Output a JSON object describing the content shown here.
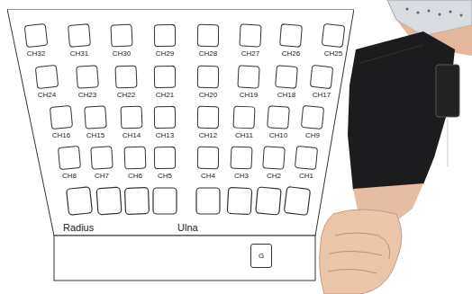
{
  "diagram": {
    "nodes": [
      {
        "text": [
          "Radius",
          "Ulna"
        ]
      },
      {
        "text": [
          "CH32"
        ],
        "in": 0
      },
      {
        "text": [
          "CH31"
        ],
        "in": 0
      },
      {
        "text": [
          "CH30"
        ],
        "in": 0
      },
      {
        "text": [
          "CH29"
        ],
        "in": 0
      },
      {
        "text": [
          "CH28"
        ],
        "in": 0
      },
      {
        "text": [
          "CH27"
        ],
        "in": 0
      },
      {
        "text": [
          "CH26"
        ],
        "in": 0
      },
      {
        "text": [
          "CH25"
        ],
        "in": 0
      },
      {
        "text": [
          "CH24"
        ],
        "in": 0
      },
      {
        "text": [
          "CH23"
        ],
        "in": 0
      },
      {
        "text": [
          "CH22"
        ],
        "in": 0
      },
      {
        "text": [
          "CH21"
        ],
        "in": 0
      },
      {
        "text": [
          "CH20"
        ],
        "in": 0
      },
      {
        "text": [
          "CH19"
        ],
        "in": 0
      },
      {
        "text": [
          "CH18"
        ],
        "in": 0
      },
      {
        "text": [
          "CH17"
        ],
        "in": 0
      },
      {
        "text": [
          "CH16"
        ],
        "in": 0
      },
      {
        "text": [
          "CH15"
        ],
        "in": 0
      },
      {
        "text": [
          "CH14"
        ],
        "in": 0
      },
      {
        "text": [
          "CH13"
        ],
        "in": 0
      },
      {
        "text": [
          "CH12"
        ],
        "in": 0
      },
      {
        "text": [
          "CH11"
        ],
        "in": 0
      },
      {
        "text": [
          "CH10"
        ],
        "in": 0
      },
      {
        "text": [
          "CH9"
        ],
        "in": 0
      },
      {
        "text": [
          "CH8"
        ],
        "in": 0
      },
      {
        "text": [
          "CH7"
        ],
        "in": 0
      },
      {
        "text": [
          "CH6"
        ],
        "in": 0
      },
      {
        "text": [
          "CH5"
        ],
        "in": 0
      },
      {
        "text": [
          "CH4"
        ],
        "in": 0
      },
      {
        "text": [
          "CH3"
        ],
        "in": 0
      },
      {
        "text": [
          "CH2"
        ],
        "in": 0
      },
      {
        "text": [
          "CH1"
        ],
        "in": 0
      },
      {
        "text": [
          "G"
        ]
      }
    ]
  }
}
